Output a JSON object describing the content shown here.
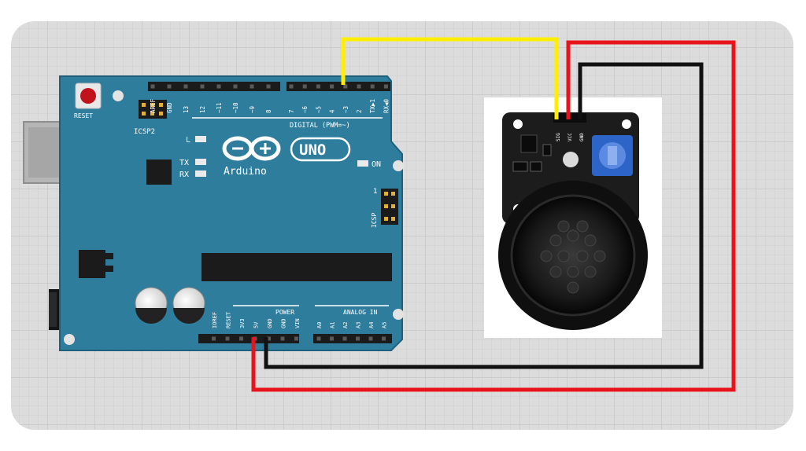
{
  "board": {
    "reset_label": "RESET",
    "icsp2_label": "ICSP2",
    "icsp_label": "ICSP",
    "digital_label": "DIGITAL (PWM=~)",
    "digital_pins": [
      "AREF",
      "GND",
      "13",
      "12",
      "~11",
      "~10",
      "~9",
      "8",
      "7",
      "~6",
      "~5",
      "4",
      "~3",
      "2",
      "TX▶1",
      "RX◀0"
    ],
    "logo_text": "UNO",
    "brand_text": "Arduino",
    "led_l": "L",
    "led_tx": "TX",
    "led_rx": "RX",
    "on_label": "ON",
    "icsp_pin_one": "1",
    "power_label": "POWER",
    "power_pins": [
      "IOREF",
      "RESET",
      "3V3",
      "5V",
      "GND",
      "GND",
      "VIN"
    ],
    "analog_label": "ANALOG IN",
    "analog_pins": [
      "A0",
      "A1",
      "A2",
      "A3",
      "A4",
      "A5"
    ]
  },
  "module": {
    "pin_labels": [
      "SIG",
      "VCC",
      "GND"
    ]
  },
  "colors": {
    "background": "#ffffff",
    "breadboard_panel": "#dcdcdc",
    "grid_line": "#c9c9c9",
    "board_blue": "#2f7d9c",
    "board_edge": "#1f5f7a",
    "wire_signal": "#ffee00",
    "wire_power": "#e8141c",
    "wire_ground": "#111111",
    "module_pcb": "#1c1c1c",
    "potentiometer": "#2d64c8"
  },
  "connections": [
    {
      "from": "~3",
      "to": "SIG",
      "wire": "yellow"
    },
    {
      "from": "5V",
      "to": "VCC",
      "wire": "red"
    },
    {
      "from": "GND",
      "to": "GND",
      "wire": "black"
    }
  ]
}
